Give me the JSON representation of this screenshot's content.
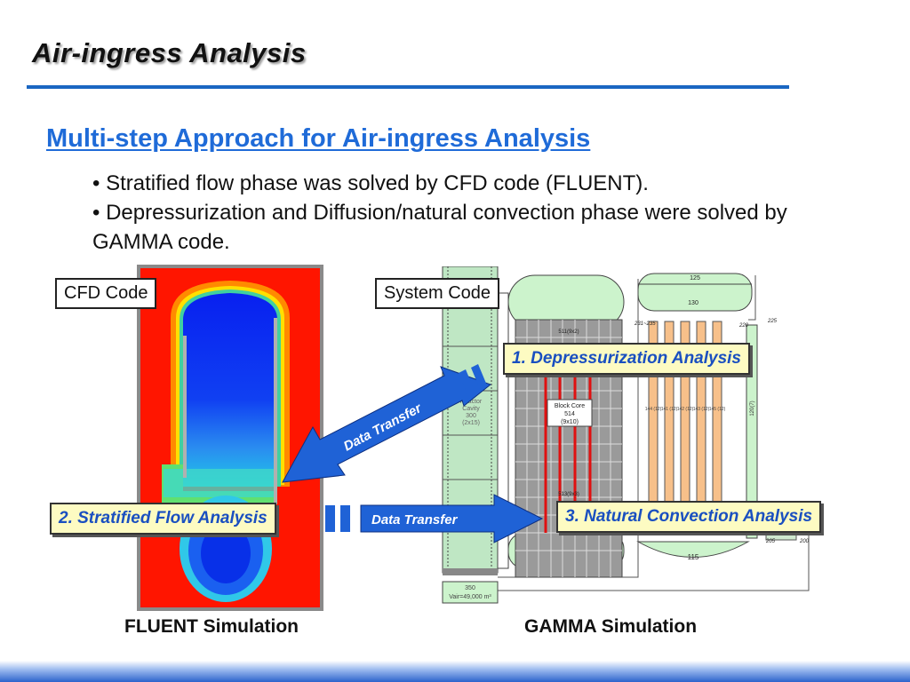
{
  "slide": {
    "title": "Air-ingress Analysis",
    "heading": "Multi-step Approach for Air-ingress Analysis",
    "bullets": [
      "• Stratified flow phase was solved by CFD code (FLUENT).",
      "• Depressurization and Diffusion/natural convection phase were solved by GAMMA code."
    ]
  },
  "labels": {
    "cfd_code": "CFD Code",
    "system_code": "System Code",
    "depressurization": "1. Depressurization Analysis",
    "stratified": "2. Stratified Flow Analysis",
    "natural_convection": "3. Natural Convection Analysis",
    "data_transfer_diag": "Data Transfer",
    "data_transfer_horiz": "Data Transfer",
    "caption_fluent": "FLUENT Simulation",
    "caption_gamma": "GAMMA Simulation"
  },
  "gamma_diagram": {
    "n125": "125",
    "n130": "130",
    "n225": "225",
    "n220": "220",
    "n231": "231~235",
    "n511": "511(9x2)",
    "n513": "513(9x3)",
    "block_core": [
      "Block Core",
      "514",
      "(9x10)"
    ],
    "reactor_cavity": [
      "Reactor",
      "Cavity",
      "300",
      "(2x15)"
    ],
    "channels": [
      "144\n(12)",
      "141\n(12)",
      "142\n(12)",
      "143\n(12)",
      "145\n(12)"
    ],
    "n120": "120(7)",
    "n205": "205",
    "n200": "200",
    "n115": "115",
    "n350": "350",
    "vair": "Vair=49,000 m³"
  },
  "colors": {
    "title_rule": "#1a66c2",
    "heading": "#1f6bd8",
    "callout_bg": "#fdfbc2",
    "callout_text": "#1a4fc0",
    "arrow": "#1f62d6",
    "cfd_red": "#ff1a00",
    "cfd_blue": "#1030e8"
  }
}
